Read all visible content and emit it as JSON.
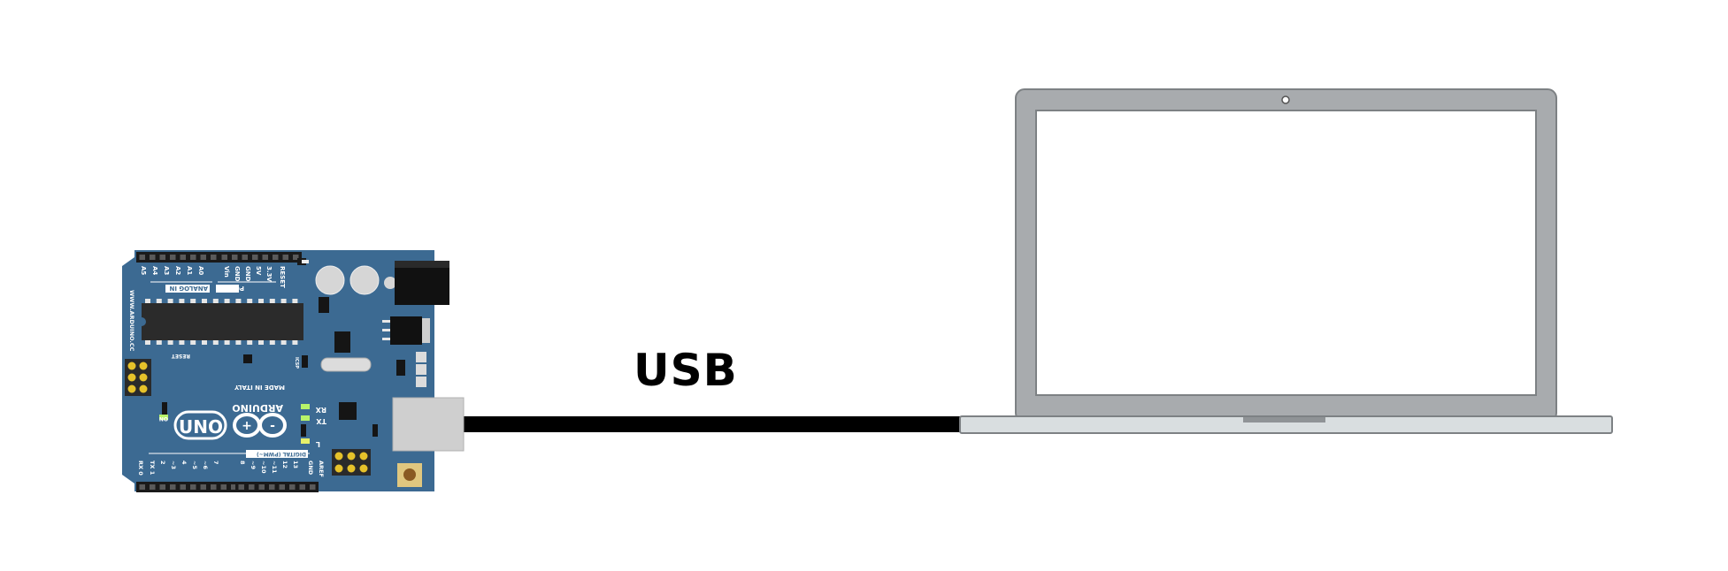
{
  "cable": {
    "label": "USB"
  },
  "board": {
    "brand": "ARDUINO",
    "model": "UNO",
    "website": "WWW.ARDUINO.CC",
    "made_in": "MADE IN ITALY",
    "reset_label": "RESET",
    "on_label": "ON",
    "rx_label": "RX",
    "tx_label": "TX",
    "l_label": "L",
    "icsp_label": "ICSP",
    "analog_in_label": "ANALOG IN",
    "power_label": "POWER",
    "digital_label": "DIGITAL (PWM~)",
    "analog_pins": [
      "A5",
      "A4",
      "A3",
      "A2",
      "A1",
      "A0"
    ],
    "power_pins": [
      "Vin",
      "GND",
      "GND",
      "5V",
      "3.3V",
      "RESET"
    ],
    "digital_pins": [
      "RX 0",
      "TX 1",
      "2",
      "~3",
      "4",
      "~5",
      "~6",
      "7",
      "8",
      "~9",
      "~10",
      "~11",
      "12",
      "13",
      "GND",
      "AREF"
    ],
    "colors": {
      "board": "#3c6a92",
      "led_green": "#b7f36a",
      "header_gold": "#e6c22a"
    }
  },
  "laptop": {
    "colors": {
      "bezel": "#a8abae",
      "screen": "#ffffff",
      "base": "#d9dee0"
    }
  }
}
